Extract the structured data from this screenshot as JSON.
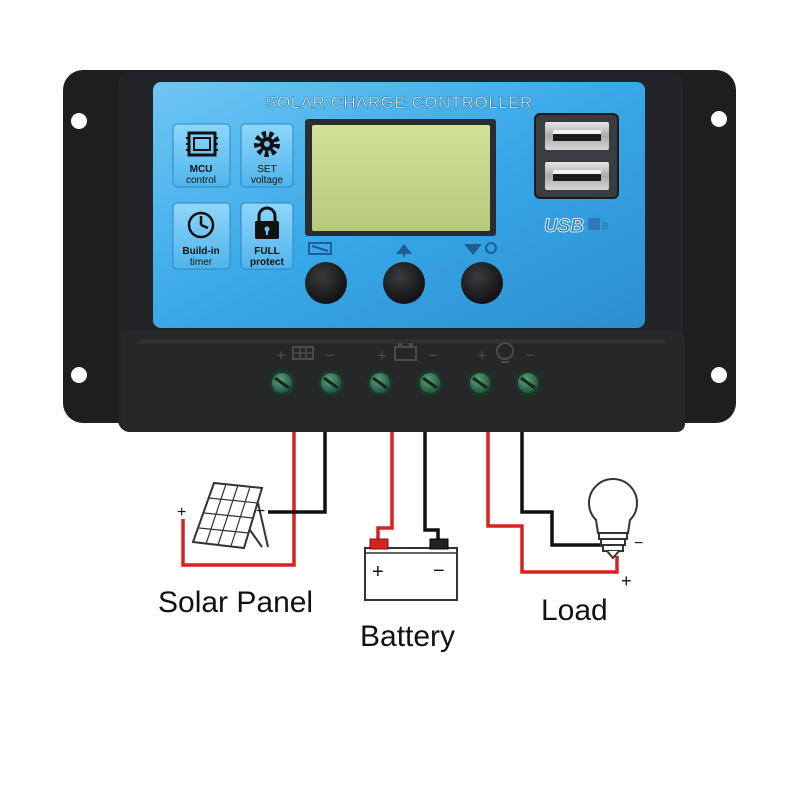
{
  "device": {
    "title": "SOLAR CHARGE CONTROLLER",
    "usb_label": "USB",
    "usb_suffix": "B",
    "features": [
      {
        "icon": "chip-icon",
        "line1": "MCU",
        "line2": "control"
      },
      {
        "icon": "gear-icon",
        "line1": "SET",
        "line2": "voltage"
      },
      {
        "icon": "clock-icon",
        "line1": "Build-in",
        "line2": "timer"
      },
      {
        "icon": "lock-icon",
        "line1": "FULL",
        "line2": "protect"
      }
    ],
    "buttons": [
      {
        "icon": "menu-icon"
      },
      {
        "icon": "up-arrow-icon"
      },
      {
        "icon": "down-arrow-icon"
      }
    ],
    "terminal_groups": [
      {
        "icon": "solar-panel-icon",
        "plus": "+",
        "minus": "−"
      },
      {
        "icon": "battery-icon",
        "plus": "+",
        "minus": "−"
      },
      {
        "icon": "bulb-icon",
        "plus": "+",
        "minus": "−"
      }
    ]
  },
  "diagram": {
    "labels": {
      "solar": "Solar Panel",
      "battery": "Battery",
      "load": "Load"
    },
    "signs": {
      "solar_plus": "+",
      "solar_minus": "−",
      "battery_plus": "+",
      "battery_minus": "−",
      "load_plus": "+",
      "load_minus": "−"
    }
  },
  "colors": {
    "housing": "#1d1e20",
    "housing_edge": "#2c2d30",
    "panel_blue": "#38a8e8",
    "panel_blue_light": "#6fc6f4",
    "lcd": "#c8d88c",
    "terminal": "#2f6d50",
    "wire_positive": "#d7221f",
    "wire_negative": "#111111"
  }
}
